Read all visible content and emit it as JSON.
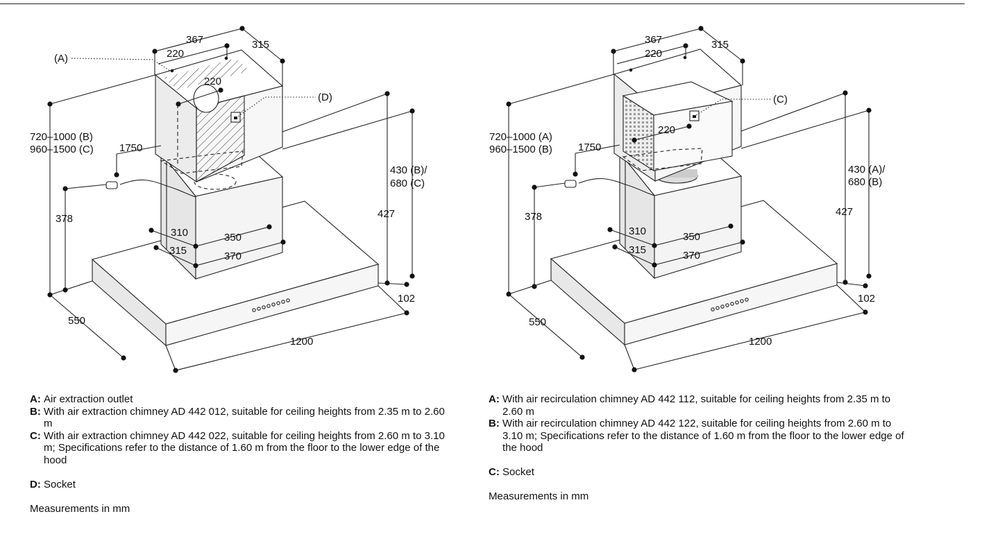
{
  "left_diagram": {
    "markers": {
      "a": "(A)",
      "d": "(D)"
    },
    "dims": {
      "width_367": "367",
      "inner_220": "220",
      "depth_315": "315",
      "outlet_220": "220",
      "height_line1": "720–1000 (B)",
      "height_line2": "960–1500 (C)",
      "height_1750": "1750",
      "height_378": "378",
      "height_427": "427",
      "chimney_line1": "430 (B)/",
      "chimney_line2": "680 (C)",
      "d310": "310",
      "d350": "350",
      "d315b": "315",
      "d370": "370",
      "d550": "550",
      "d102": "102",
      "d1200": "1200"
    },
    "legend": [
      {
        "key": "A:",
        "text": "Air extraction outlet"
      },
      {
        "key": "B:",
        "text": "With air extraction chimney AD 442 012, suitable for ceiling heights from 2.35 m to 2.60 m"
      },
      {
        "key": "C:",
        "text": "With air extraction chimney AD 442 022, suitable for ceiling heights from 2.60 m to 3.10 m; Specifications refer to the distance of 1.60 m from the floor to the lower edge of the hood"
      },
      {
        "key": "D:",
        "text": "Socket"
      }
    ],
    "note": "Measurements in mm"
  },
  "right_diagram": {
    "markers": {
      "c": "(C)"
    },
    "dims": {
      "width_367": "367",
      "inner_220": "220",
      "depth_315": "315",
      "outlet_220": "220",
      "height_line1": "720–1000 (A)",
      "height_line2": "960–1500 (B)",
      "height_1750": "1750",
      "height_378": "378",
      "height_427": "427",
      "chimney_line1": "430 (A)/",
      "chimney_line2": "680 (B)",
      "d310": "310",
      "d350": "350",
      "d315b": "315",
      "d370": "370",
      "d550": "550",
      "d102": "102",
      "d1200": "1200"
    },
    "legend": [
      {
        "key": "A:",
        "text": "With air recirculation chimney AD 442 112, suitable for ceiling heights from 2.35 m to 2.60 m"
      },
      {
        "key": "B:",
        "text": "With air recirculation chimney AD 442 122, suitable for ceiling heights from 2.60 m to 3.10 m; Specifications refer to the distance of 1.60 m from the floor to the lower edge of the hood"
      },
      {
        "key": "C:",
        "text": "Socket"
      }
    ],
    "note": "Measurements in mm"
  }
}
